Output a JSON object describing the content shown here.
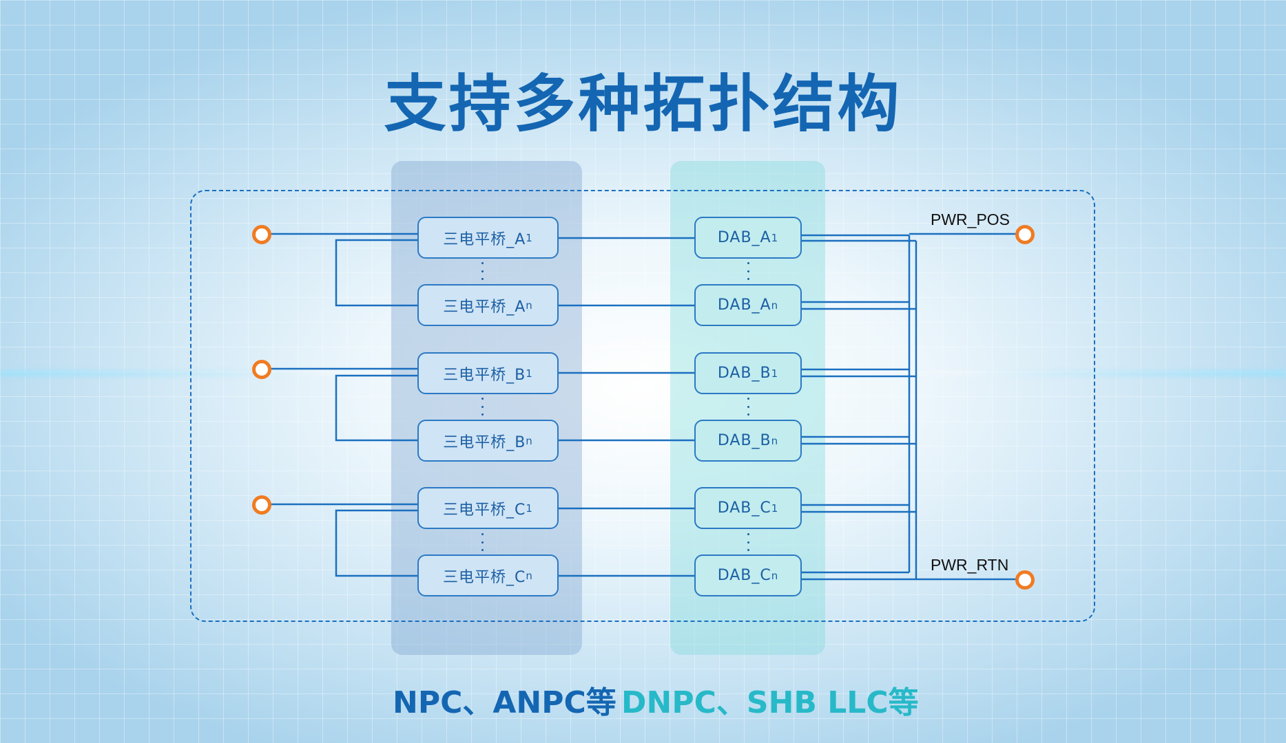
{
  "title": "支持多种拓扑结构",
  "left_column": {
    "footer": "NPC、ANPC等",
    "nodes": [
      {
        "label": "三电平桥_A",
        "sub": "1"
      },
      {
        "label": "三电平桥_A",
        "sub": "n"
      },
      {
        "label": "三电平桥_B",
        "sub": "1"
      },
      {
        "label": "三电平桥_B",
        "sub": "n"
      },
      {
        "label": "三电平桥_C",
        "sub": "1"
      },
      {
        "label": "三电平桥_C",
        "sub": "n"
      }
    ]
  },
  "right_column": {
    "footer": "DNPC、SHB LLC等",
    "nodes": [
      {
        "label": "DAB_A",
        "sub": "1"
      },
      {
        "label": "DAB_A",
        "sub": "n"
      },
      {
        "label": "DAB_B",
        "sub": "1"
      },
      {
        "label": "DAB_B",
        "sub": "n"
      },
      {
        "label": "DAB_C",
        "sub": "1"
      },
      {
        "label": "DAB_C",
        "sub": "n"
      }
    ]
  },
  "ports": {
    "positive": "PWR_POS",
    "return": "PWR_RTN"
  },
  "colors": {
    "title": "#1466b2",
    "wire": "#1a6fbf",
    "terminal": "#f07b22",
    "footer_left": "#1466b2",
    "footer_right": "#27b9c8"
  }
}
